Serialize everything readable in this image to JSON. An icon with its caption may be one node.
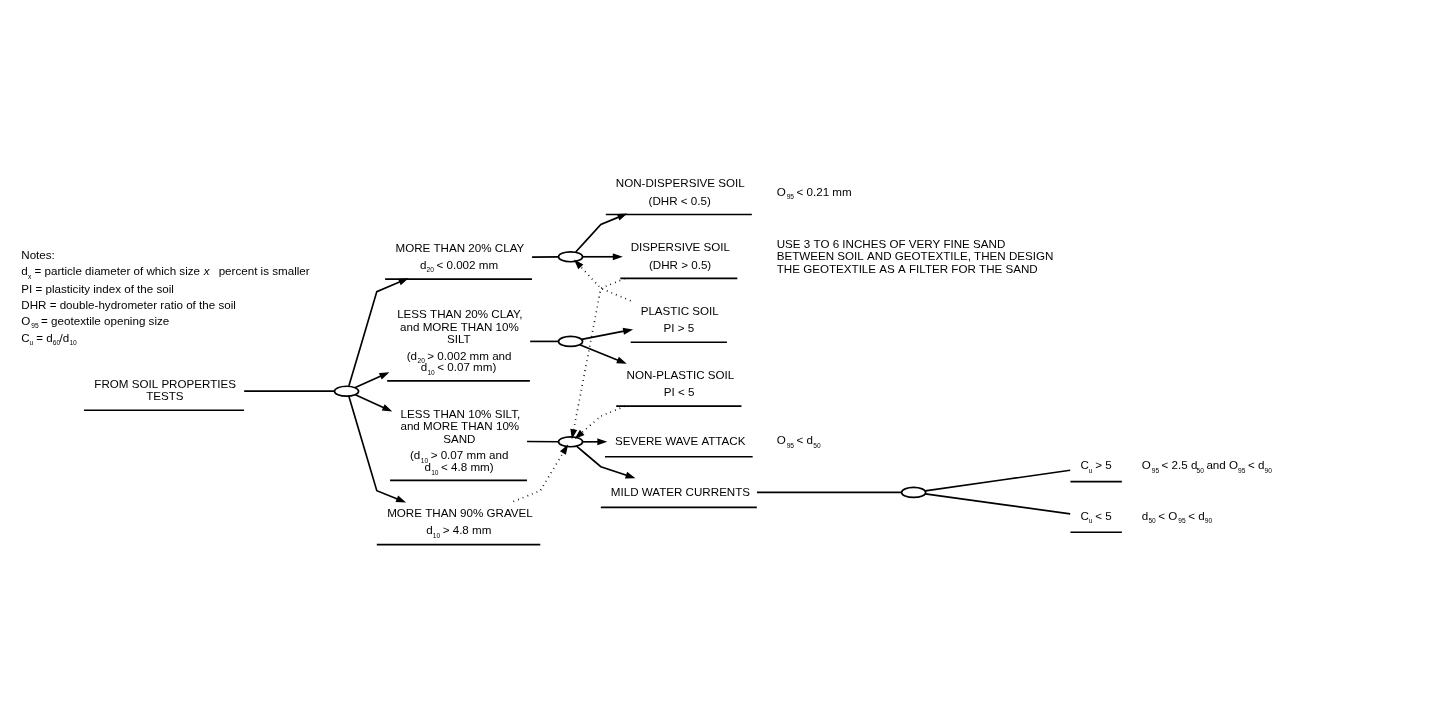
{
  "diagram": {
    "nodes": [
      {
        "text": [
          "FROM SOIL PROPERTIES TESTS"
        ]
      },
      {
        "text": [],
        "shape": "ellipse"
      },
      {
        "text": [
          "MORE THAN 20% CLAY",
          "d$_{20}$ < 0.002 mm"
        ]
      },
      {
        "text": [],
        "shape": "ellipse"
      },
      {
        "text": [
          "NON-DISPERSIVE SOIL",
          "(DHR < 0.5)"
        ],
        "beside": [
          "O$_{95}$ < 0.21 mm"
        ]
      },
      {
        "text": [
          "DISPERSIVE SOIL",
          "(DHR > 0.5)"
        ],
        "beside": [
          "USE 3 TO 6 INCHES OF VERY FINE SAND BETWEEN SOIL AND GEOTEXTILE, THEN DESIGN THE GEOTEXTILE AS A FILTER FOR THE SAND"
        ]
      },
      {
        "text": [
          "LESS THAN 20% CLAY, and MORE THAN 10% SILT",
          "(d$_{20}$ > 0.002 mm and d$_{10}$ < 0.07 mm)"
        ]
      },
      {
        "text": [],
        "shape": "ellipse"
      },
      {
        "text": [
          "PLASTIC SOIL",
          "PI > 5"
        ]
      },
      {
        "text": [
          "NON-PLASTIC SOIL",
          "PI < 5"
        ]
      },
      {
        "text": [
          "LESS THAN 10% SILT, and MORE THAN 10% SAND",
          "(d$_{10}$ > 0.07 mm and d$_{10}$ < 4.8 mm)"
        ]
      },
      {
        "text": [
          "MORE THAN 90% GRAVEL",
          "d$_{10}$ > 4.8 mm"
        ]
      },
      {
        "text": [],
        "shape": "ellipse"
      },
      {
        "text": [
          "SEVERE WAVE ATTACK"
        ],
        "beside": [
          "O$_{95}$ < d$_{50}$"
        ]
      },
      {
        "text": [
          "MILD WATER CURRENTS"
        ]
      },
      {
        "text": [],
        "shape": "ellipse"
      },
      {
        "text": [
          "C$_{u}$ > 5"
        ],
        "beside": [
          "O$_{95}$ < 2.5 d$_{50}$ and O$_{95}$ < d$_{90}$"
        ]
      },
      {
        "text": [
          "C$_{u}$ < 5"
        ],
        "beside": [
          "d$_{50}$ < O$_{95}$ < d$_{90}$"
        ]
      }
    ],
    "edges": [
      {
        "from": 0,
        "to": 1,
        "arrow": "none"
      },
      {
        "from": 1,
        "to": 2,
        "arrow": "to"
      },
      {
        "from": 1,
        "to": 6,
        "arrow": "to"
      },
      {
        "from": 1,
        "to": 10,
        "arrow": "to"
      },
      {
        "from": 1,
        "to": 11,
        "arrow": "to"
      },
      {
        "from": 2,
        "to": 3,
        "arrow": "none"
      },
      {
        "from": 3,
        "to": 4,
        "arrow": "to"
      },
      {
        "from": 3,
        "to": 5,
        "arrow": "to"
      },
      {
        "from": 6,
        "to": 7,
        "arrow": "none"
      },
      {
        "from": 7,
        "to": 8,
        "arrow": "to"
      },
      {
        "from": 7,
        "to": 9,
        "arrow": "to"
      },
      {
        "from": 8,
        "to": 3,
        "arrow": "to",
        "style": "dashed"
      },
      {
        "from": 5,
        "to": 12,
        "arrow": "to",
        "style": "dashed"
      },
      {
        "from": 9,
        "to": 12,
        "arrow": "to",
        "style": "dashed"
      },
      {
        "from": 10,
        "to": 12,
        "arrow": "none"
      },
      {
        "from": 11,
        "to": 12,
        "arrow": "to",
        "style": "dashed"
      },
      {
        "from": 12,
        "to": 13,
        "arrow": "to"
      },
      {
        "from": 12,
        "to": 14,
        "arrow": "to"
      },
      {
        "from": 14,
        "to": 15,
        "arrow": "none"
      },
      {
        "from": 15,
        "to": 16,
        "arrow": "none"
      },
      {
        "from": 15,
        "to": 17,
        "arrow": "none"
      }
    ],
    "labels": [
      "Notes:",
      "d$_{x}$ = particle diameter of which size *x* percent is smaller",
      "PI = plasticity index of the soil",
      "DHR = double-hydrometer ratio of the soil",
      "O$_{95}$ = geotextile opening size",
      "C$_{u}$ = d$_{60}$/d$_{10}$"
    ]
  }
}
